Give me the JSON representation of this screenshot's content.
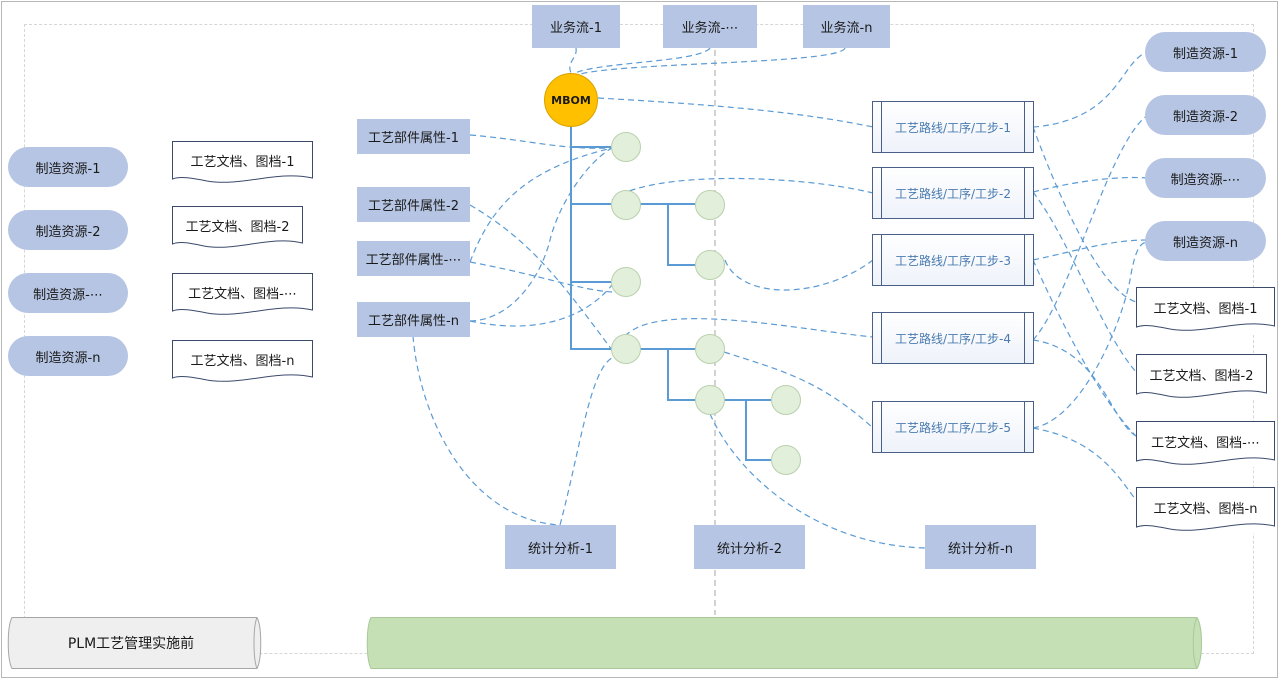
{
  "flows": [
    "业务流-1",
    "业务流-⋯",
    "业务流-n"
  ],
  "mbom_label": "MBOM",
  "left_resources": [
    "制造资源-1",
    "制造资源-2",
    "制造资源-⋯",
    "制造资源-n"
  ],
  "left_docs": [
    "工艺文档、图档-1",
    "工艺文档、图档-2",
    "工艺文档、图档-⋯",
    "工艺文档、图档-n"
  ],
  "part_attributes": [
    "工艺部件属性-1",
    "工艺部件属性-2",
    "工艺部件属性-⋯",
    "工艺部件属性-n"
  ],
  "routes": [
    "工艺路线/工序/工步-1",
    "工艺路线/工序/工步-2",
    "工艺路线/工序/工步-3",
    "工艺路线/工序/工步-4",
    "工艺路线/工序/工步-5"
  ],
  "right_resources": [
    "制造资源-1",
    "制造资源-2",
    "制造资源-⋯",
    "制造资源-n"
  ],
  "right_docs": [
    "工艺文档、图档-1",
    "工艺文档、图档-2",
    "工艺文档、图档-⋯",
    "工艺文档、图档-n"
  ],
  "analyses": [
    "统计分析-1",
    "统计分析-2",
    "统计分析-n"
  ],
  "phase_label": "PLM工艺管理实施前",
  "colors": {
    "box_blue": "#b5c5e3",
    "mbom": "#ffc000",
    "node": "#e2efda",
    "line": "#5b9bd5",
    "bar_green": "#c5e0b4"
  }
}
